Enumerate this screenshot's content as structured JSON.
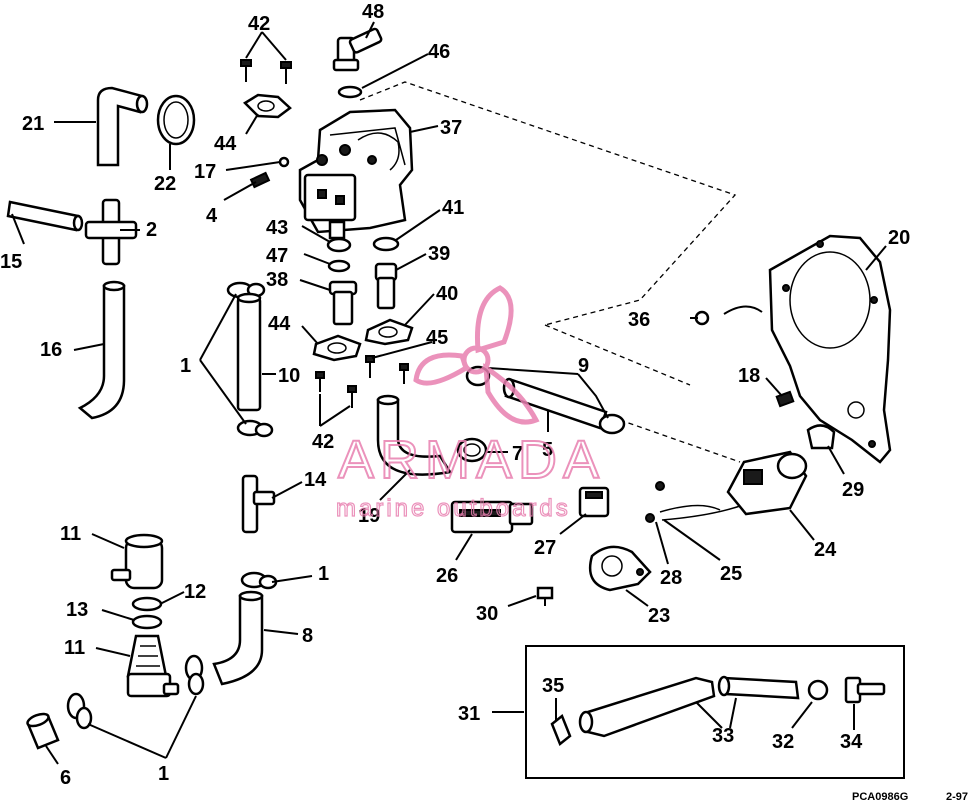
{
  "callouts": [
    {
      "id": "c42a",
      "label": "42"
    },
    {
      "id": "c48",
      "label": "48"
    },
    {
      "id": "c46",
      "label": "46"
    },
    {
      "id": "c21",
      "label": "21"
    },
    {
      "id": "c44a",
      "label": "44"
    },
    {
      "id": "c37",
      "label": "37"
    },
    {
      "id": "c17",
      "label": "17"
    },
    {
      "id": "c22",
      "label": "22"
    },
    {
      "id": "c4",
      "label": "4"
    },
    {
      "id": "c2",
      "label": "2"
    },
    {
      "id": "c43",
      "label": "43"
    },
    {
      "id": "c41",
      "label": "41"
    },
    {
      "id": "c15",
      "label": "15"
    },
    {
      "id": "c47",
      "label": "47"
    },
    {
      "id": "c39",
      "label": "39"
    },
    {
      "id": "c20",
      "label": "20"
    },
    {
      "id": "c38",
      "label": "38"
    },
    {
      "id": "c40",
      "label": "40"
    },
    {
      "id": "c16",
      "label": "16"
    },
    {
      "id": "c44b",
      "label": "44"
    },
    {
      "id": "c36",
      "label": "36"
    },
    {
      "id": "c45",
      "label": "45"
    },
    {
      "id": "c1a",
      "label": "1"
    },
    {
      "id": "c10",
      "label": "10"
    },
    {
      "id": "c9",
      "label": "9"
    },
    {
      "id": "c18",
      "label": "18"
    },
    {
      "id": "c5",
      "label": "5"
    },
    {
      "id": "c42b",
      "label": "42"
    },
    {
      "id": "c7",
      "label": "7"
    },
    {
      "id": "c29",
      "label": "29"
    },
    {
      "id": "c14",
      "label": "14"
    },
    {
      "id": "c19",
      "label": "19"
    },
    {
      "id": "c24",
      "label": "24"
    },
    {
      "id": "c11a",
      "label": "11"
    },
    {
      "id": "c27",
      "label": "27"
    },
    {
      "id": "c26",
      "label": "26"
    },
    {
      "id": "c28",
      "label": "28"
    },
    {
      "id": "c25",
      "label": "25"
    },
    {
      "id": "c1b",
      "label": "1"
    },
    {
      "id": "c12",
      "label": "12"
    },
    {
      "id": "c30",
      "label": "30"
    },
    {
      "id": "c23",
      "label": "23"
    },
    {
      "id": "c13",
      "label": "13"
    },
    {
      "id": "c8",
      "label": "8"
    },
    {
      "id": "c11b",
      "label": "11"
    },
    {
      "id": "c35",
      "label": "35"
    },
    {
      "id": "c31",
      "label": "31"
    },
    {
      "id": "c33",
      "label": "33"
    },
    {
      "id": "c32",
      "label": "32"
    },
    {
      "id": "c34",
      "label": "34"
    },
    {
      "id": "c6",
      "label": "6"
    },
    {
      "id": "c1c",
      "label": "1"
    }
  ],
  "watermark": {
    "brand": "ARMADA",
    "tagline": "marine outboards",
    "color": "#e87fb0"
  },
  "footer": {
    "code": "PCA0986G",
    "date": "2-97"
  },
  "colors": {
    "ink": "#000000",
    "paper": "#ffffff"
  }
}
